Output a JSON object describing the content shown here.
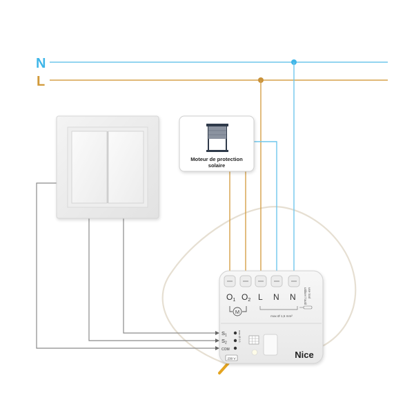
{
  "bus": {
    "neutral": {
      "label": "N",
      "color": "#3fb6e8"
    },
    "live": {
      "label": "L",
      "color": "#d19a3a"
    }
  },
  "wire_colors": {
    "neutral": "#6ec6ec",
    "live": "#d5a048",
    "switch": "#8a8a8a",
    "antenna": "#e3ddd0"
  },
  "motor_box": {
    "label_line1": "Moteur de protection",
    "label_line2": "solaire",
    "icon": "window-shutter-icon"
  },
  "switch_plate": {
    "icon": "double-rocker-switch-icon"
  },
  "module": {
    "brand": "Nice",
    "terminals": [
      "O",
      "O",
      "L",
      "N",
      "N"
    ],
    "terminal_subscripts": [
      "1",
      "2",
      "",
      "",
      ""
    ],
    "motor_symbol": "M",
    "wire_note_1": "use tool",
    "wire_note_2": "utiliser l'outil",
    "wire_spec": "max Ø 1,5 mm²",
    "inputs": [
      "S",
      "S",
      "COM"
    ],
    "input_subscripts": [
      "1",
      "2",
      ""
    ],
    "input_spec": "max Ø 0.5",
    "voltage_badge": "230 V"
  }
}
